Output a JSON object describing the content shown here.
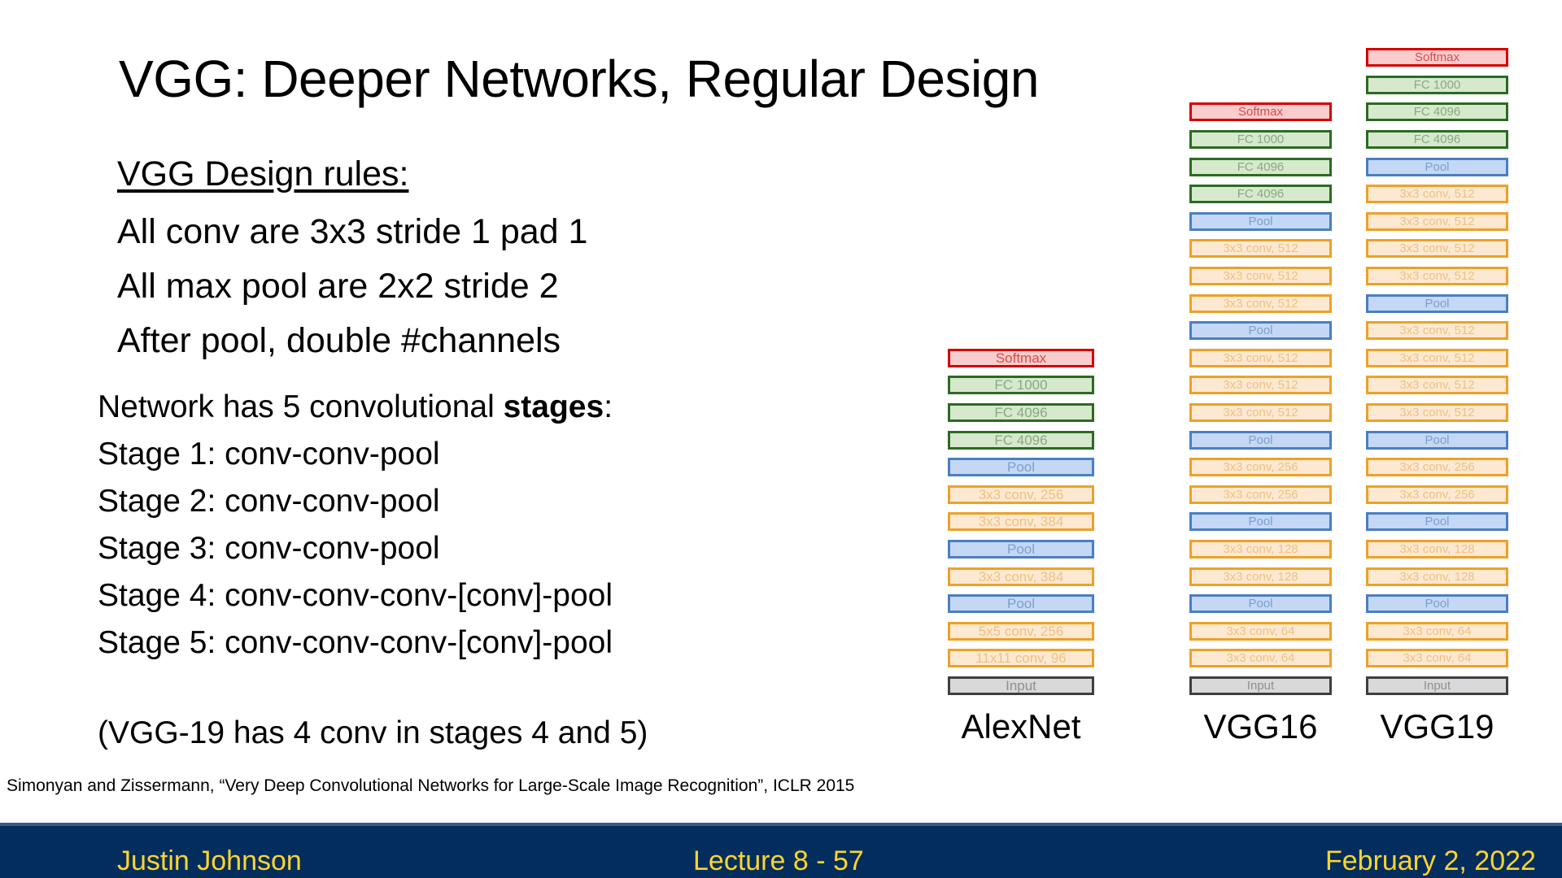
{
  "slide": {
    "title": "VGG: Deeper Networks, Regular Design",
    "rules_heading": "VGG Design rules:",
    "rules": [
      "All conv are 3x3 stride 1 pad 1",
      "All max pool are 2x2 stride 2",
      "After pool, double #channels"
    ],
    "stages_intro_prefix": "Network has 5 convolutional ",
    "stages_intro_bold": "stages",
    "stages_intro_suffix": ":",
    "stages": [
      "Stage 1: conv-conv-pool",
      "Stage 2: conv-conv-pool",
      "Stage 3: conv-conv-pool",
      "Stage 4: conv-conv-conv-[conv]-pool",
      "Stage 5: conv-conv-conv-[conv]-pool"
    ],
    "vgg19_note": "(VGG-19 has 4 conv in stages 4 and 5)",
    "citation": "Simonyan and Zissermann, “Very Deep Convolutional Networks for Large-Scale Image Recognition”, ICLR 2015"
  },
  "colors": {
    "softmax_fill": "#f9cdcd",
    "softmax_border": "#d40000",
    "fc_fill": "#d6e9cd",
    "fc_border": "#2c6b22",
    "pool_fill": "#c4d8f5",
    "pool_border": "#4a7fc1",
    "conv_fill": "#fde9d2",
    "conv_border": "#eda128",
    "input_fill": "#d9d9d9",
    "input_border": "#3f3f3f",
    "footer_bg": "#022d5c",
    "footer_text": "#ffd430"
  },
  "networks": [
    {
      "name": "AlexNet",
      "layers": [
        {
          "label": "Softmax",
          "type": "softmax"
        },
        {
          "label": "FC 1000",
          "type": "fc"
        },
        {
          "label": "FC 4096",
          "type": "fc"
        },
        {
          "label": "FC 4096",
          "type": "fc"
        },
        {
          "label": "Pool",
          "type": "pool"
        },
        {
          "label": "3x3 conv, 256",
          "type": "conv"
        },
        {
          "label": "3x3 conv, 384",
          "type": "conv"
        },
        {
          "label": "Pool",
          "type": "pool"
        },
        {
          "label": "3x3 conv, 384",
          "type": "conv"
        },
        {
          "label": "Pool",
          "type": "pool"
        },
        {
          "label": "5x5 conv, 256",
          "type": "conv"
        },
        {
          "label": "11x11 conv, 96",
          "type": "conv"
        },
        {
          "label": "Input",
          "type": "input"
        }
      ]
    },
    {
      "name": "VGG16",
      "layers": [
        {
          "label": "Softmax",
          "type": "softmax"
        },
        {
          "label": "FC 1000",
          "type": "fc"
        },
        {
          "label": "FC 4096",
          "type": "fc"
        },
        {
          "label": "FC 4096",
          "type": "fc"
        },
        {
          "label": "Pool",
          "type": "pool"
        },
        {
          "label": "3x3 conv, 512",
          "type": "conv"
        },
        {
          "label": "3x3 conv, 512",
          "type": "conv"
        },
        {
          "label": "3x3 conv, 512",
          "type": "conv"
        },
        {
          "label": "Pool",
          "type": "pool"
        },
        {
          "label": "3x3 conv, 512",
          "type": "conv"
        },
        {
          "label": "3x3 conv, 512",
          "type": "conv"
        },
        {
          "label": "3x3 conv, 512",
          "type": "conv"
        },
        {
          "label": "Pool",
          "type": "pool"
        },
        {
          "label": "3x3 conv, 256",
          "type": "conv"
        },
        {
          "label": "3x3 conv, 256",
          "type": "conv"
        },
        {
          "label": "Pool",
          "type": "pool"
        },
        {
          "label": "3x3 conv, 128",
          "type": "conv"
        },
        {
          "label": "3x3 conv, 128",
          "type": "conv"
        },
        {
          "label": "Pool",
          "type": "pool"
        },
        {
          "label": "3x3 conv, 64",
          "type": "conv"
        },
        {
          "label": "3x3 conv, 64",
          "type": "conv"
        },
        {
          "label": "Input",
          "type": "input"
        }
      ]
    },
    {
      "name": "VGG19",
      "layers": [
        {
          "label": "Softmax",
          "type": "softmax"
        },
        {
          "label": "FC 1000",
          "type": "fc"
        },
        {
          "label": "FC 4096",
          "type": "fc"
        },
        {
          "label": "FC 4096",
          "type": "fc"
        },
        {
          "label": "Pool",
          "type": "pool"
        },
        {
          "label": "3x3 conv, 512",
          "type": "conv"
        },
        {
          "label": "3x3 conv, 512",
          "type": "conv"
        },
        {
          "label": "3x3 conv, 512",
          "type": "conv"
        },
        {
          "label": "3x3 conv, 512",
          "type": "conv"
        },
        {
          "label": "Pool",
          "type": "pool"
        },
        {
          "label": "3x3 conv, 512",
          "type": "conv"
        },
        {
          "label": "3x3 conv, 512",
          "type": "conv"
        },
        {
          "label": "3x3 conv, 512",
          "type": "conv"
        },
        {
          "label": "3x3 conv, 512",
          "type": "conv"
        },
        {
          "label": "Pool",
          "type": "pool"
        },
        {
          "label": "3x3 conv, 256",
          "type": "conv"
        },
        {
          "label": "3x3 conv, 256",
          "type": "conv"
        },
        {
          "label": "Pool",
          "type": "pool"
        },
        {
          "label": "3x3 conv, 128",
          "type": "conv"
        },
        {
          "label": "3x3 conv, 128",
          "type": "conv"
        },
        {
          "label": "Pool",
          "type": "pool"
        },
        {
          "label": "3x3 conv, 64",
          "type": "conv"
        },
        {
          "label": "3x3 conv, 64",
          "type": "conv"
        },
        {
          "label": "Input",
          "type": "input"
        }
      ]
    }
  ],
  "footer": {
    "author": "Justin Johnson",
    "lecture": "Lecture 8 - 57",
    "date": "February 2, 2022"
  }
}
